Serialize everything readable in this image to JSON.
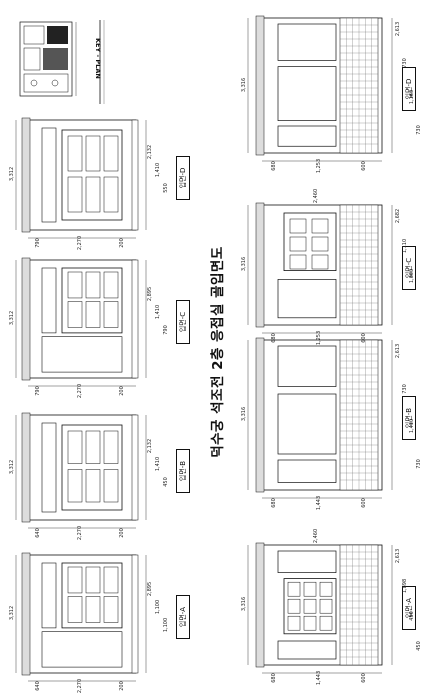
{
  "title": "덕수궁 석조전 2층 응접실 골입면도",
  "key_plan_label": "KEY - PLAN",
  "left_column": [
    {
      "tag": "입면-D",
      "dims_inner": [
        "2,132",
        "1,410",
        "550"
      ],
      "dims_bottom": [
        "790",
        "2,270",
        "200"
      ],
      "total": "3,312"
    },
    {
      "tag": "입면-C",
      "dims_inner": [
        "2,895",
        "1,410",
        "790"
      ],
      "dims_bottom": [
        "790",
        "2,270",
        "200"
      ],
      "total": "3,312"
    },
    {
      "tag": "입면-B",
      "dims_inner": [
        "2,132",
        "1,410",
        "450"
      ],
      "dims_bottom": [
        "640",
        "2,270",
        "200"
      ],
      "total": "3,312"
    },
    {
      "tag": "입면-A",
      "dims_inner": [
        "2,895",
        "1,100",
        "1,100"
      ],
      "dims_bottom": [
        "640",
        "2,270",
        "200"
      ],
      "total": "3,312"
    }
  ],
  "right_column": [
    {
      "tag": "입면-D",
      "dims_inner": [
        "2,613",
        "730",
        "1,160",
        "730"
      ],
      "dims_bottom": [
        "680",
        "1,253",
        "600"
      ],
      "total": "3,316"
    },
    {
      "tag": "입면-C",
      "dims_inner": [
        "2,682",
        "1,110",
        "1,600"
      ],
      "dims_top": "2,460",
      "dims_bottom": [
        "680",
        "1,253",
        "600"
      ],
      "total": "3,316"
    },
    {
      "tag": "입면-B",
      "dims_inner": [
        "2,613",
        "730",
        "1,410",
        "730"
      ],
      "dims_bottom": [
        "680",
        "1,443",
        "600"
      ],
      "total": "3,316"
    },
    {
      "tag": "입면-A",
      "dims_inner": [
        "2,613",
        "1,898",
        "450",
        "450"
      ],
      "dims_top": "2,460",
      "dims_bottom": [
        "680",
        "1,443",
        "600"
      ],
      "total": "3,316"
    }
  ]
}
